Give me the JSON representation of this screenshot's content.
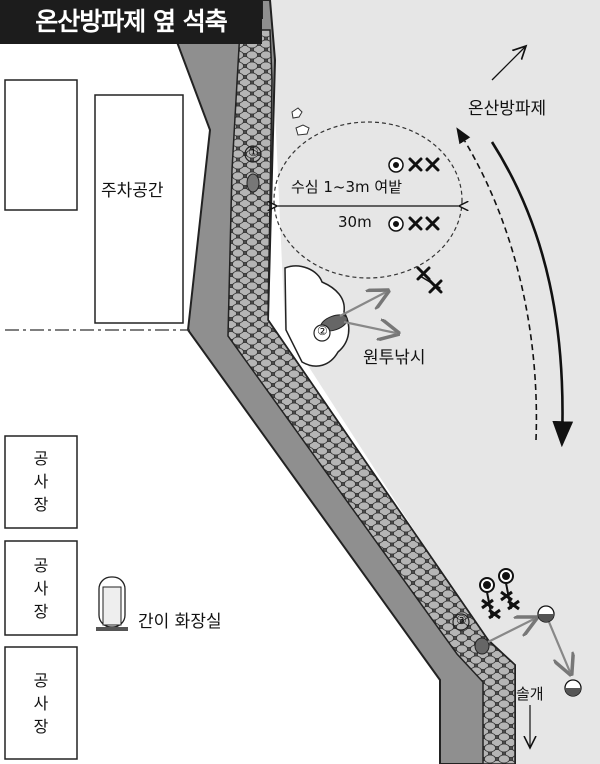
{
  "title": "온산방파제 옆 석축",
  "labels": {
    "parking": "주차공간",
    "breakwater": "온산방파제",
    "depth_info": "수심  1~3m  여밭",
    "distance": "30m",
    "casting": "원투낚시",
    "toilet": "간이  화장실",
    "construction": "공사장",
    "solgae": "솔개"
  },
  "points": [
    "①",
    "②",
    "③"
  ],
  "construction_sites": [
    {
      "chars": [
        "공",
        "사",
        "장"
      ]
    },
    {
      "chars": [
        "공",
        "사",
        "장"
      ]
    },
    {
      "chars": [
        "공",
        "사",
        "장"
      ]
    }
  ],
  "colors": {
    "sea": "#e6e6e6",
    "wall_outer": "#8e8e8e",
    "rocks": "#5a5a5a",
    "title_bg": "#1c1c1c"
  }
}
